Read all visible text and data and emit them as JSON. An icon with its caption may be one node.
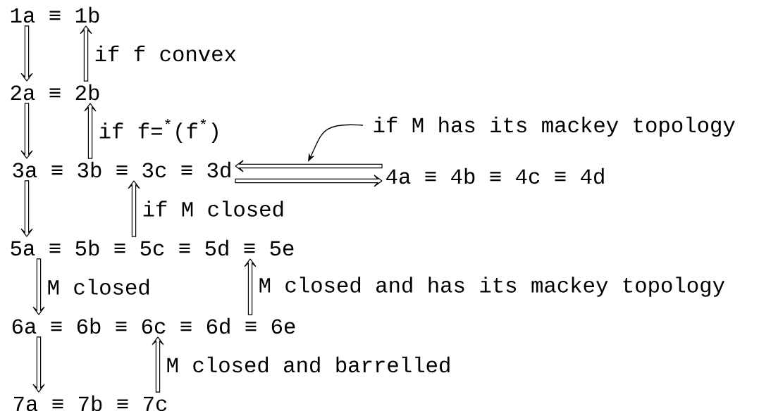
{
  "diagram": {
    "nodes": [
      {
        "text": [
          "1a ≡ 1b"
        ]
      },
      {
        "text": [
          "2a ≡ 2b"
        ]
      },
      {
        "text": [
          "if M has its mackey topology"
        ]
      },
      {
        "text": [
          "3a ≡ 3b ≡ 3c ≡ 3d"
        ]
      },
      {
        "text": [
          "4a ≡ 4b ≡ 4c ≡ 4d"
        ]
      },
      {
        "text": [
          "5a ≡ 5b ≡ 5c ≡ 5d ≡ 5e"
        ]
      },
      {
        "text": [
          "6a ≡ 6b ≡ 6c ≡ 6d ≡ 6e"
        ]
      },
      {
        "text": [
          "7a ≡ 7b ≡ 7c"
        ]
      }
    ],
    "edges": [
      {
        "from": 0,
        "to": 1,
        "arrow": "to"
      },
      {
        "from": 1,
        "to": 0,
        "arrow": "to",
        "label": "if f convex"
      },
      {
        "from": 1,
        "to": 3,
        "arrow": "to"
      },
      {
        "from": 3,
        "to": 1,
        "arrow": "to",
        "label": "if f=$^{*}$(f$^{*}$)"
      },
      {
        "from": 4,
        "to": 3,
        "arrow": "to"
      },
      {
        "from": 3,
        "to": 4,
        "arrow": "to"
      },
      {
        "from": 2,
        "to": null,
        "arrow": "to"
      },
      {
        "from": 3,
        "to": 5,
        "arrow": "to"
      },
      {
        "from": 5,
        "to": 3,
        "arrow": "to",
        "label": "if M closed"
      },
      {
        "from": 5,
        "to": 6,
        "arrow": "to",
        "label": "M closed"
      },
      {
        "from": 6,
        "to": 5,
        "arrow": "to",
        "label": "M closed and has its mackey topology"
      },
      {
        "from": 6,
        "to": 7,
        "arrow": "to"
      },
      {
        "from": 7,
        "to": 6,
        "arrow": "to",
        "label": "M closed and barrelled"
      }
    ]
  }
}
